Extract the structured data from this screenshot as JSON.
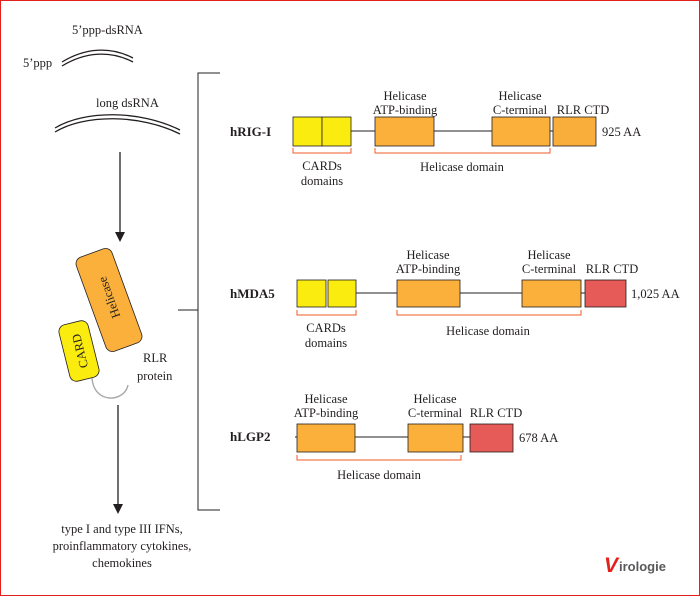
{
  "left_panel": {
    "ppp_dsrna_label": "5’ppp-dsRNA",
    "ppp_end_label": "5’ppp",
    "long_dsrna_label": "long dsRNA",
    "helicase_label": "Helicase",
    "card_label": "CARD",
    "protein_label_line1": "RLR",
    "protein_label_line2": "protein",
    "output_line1": "type I and type III IFNs,",
    "output_line2": "proinflammatory cytokines,",
    "output_line3": "chemokines"
  },
  "proteins": [
    {
      "name": "hRIG-I",
      "length": "925 AA",
      "labels": {
        "atp_line1": "Helicase",
        "atp_line2": "ATP-binding",
        "cterm_line1": "Helicase",
        "cterm_line2": "C-terminal",
        "ctd": "RLR CTD",
        "cards_line1": "CARDs",
        "cards_line2": "domains",
        "helicase_domain": "Helicase domain"
      }
    },
    {
      "name": "hMDA5",
      "length": "1,025 AA",
      "labels": {
        "atp_line1": "Helicase",
        "atp_line2": "ATP-binding",
        "cterm_line1": "Helicase",
        "cterm_line2": "C-terminal",
        "ctd": "RLR CTD",
        "cards_line1": "CARDs",
        "cards_line2": "domains",
        "helicase_domain": "Helicase domain"
      }
    },
    {
      "name": "hLGP2",
      "length": "678 AA",
      "labels": {
        "atp_line1": "Helicase",
        "atp_line2": "ATP-binding",
        "cterm_line1": "Helicase",
        "cterm_line2": "C-terminal",
        "ctd": "RLR CTD",
        "helicase_domain": "Helicase domain"
      }
    }
  ],
  "logo": {
    "initial": "V",
    "rest": "irologie"
  },
  "colors": {
    "card_yellow": "#fbec0f",
    "helicase_orange": "#fbb03b",
    "ctd_rig_orange": "#f9ad3a",
    "ctd_red": "#e65a57",
    "bracket_orange": "#f15a24",
    "frame_red": "#e3201b"
  }
}
